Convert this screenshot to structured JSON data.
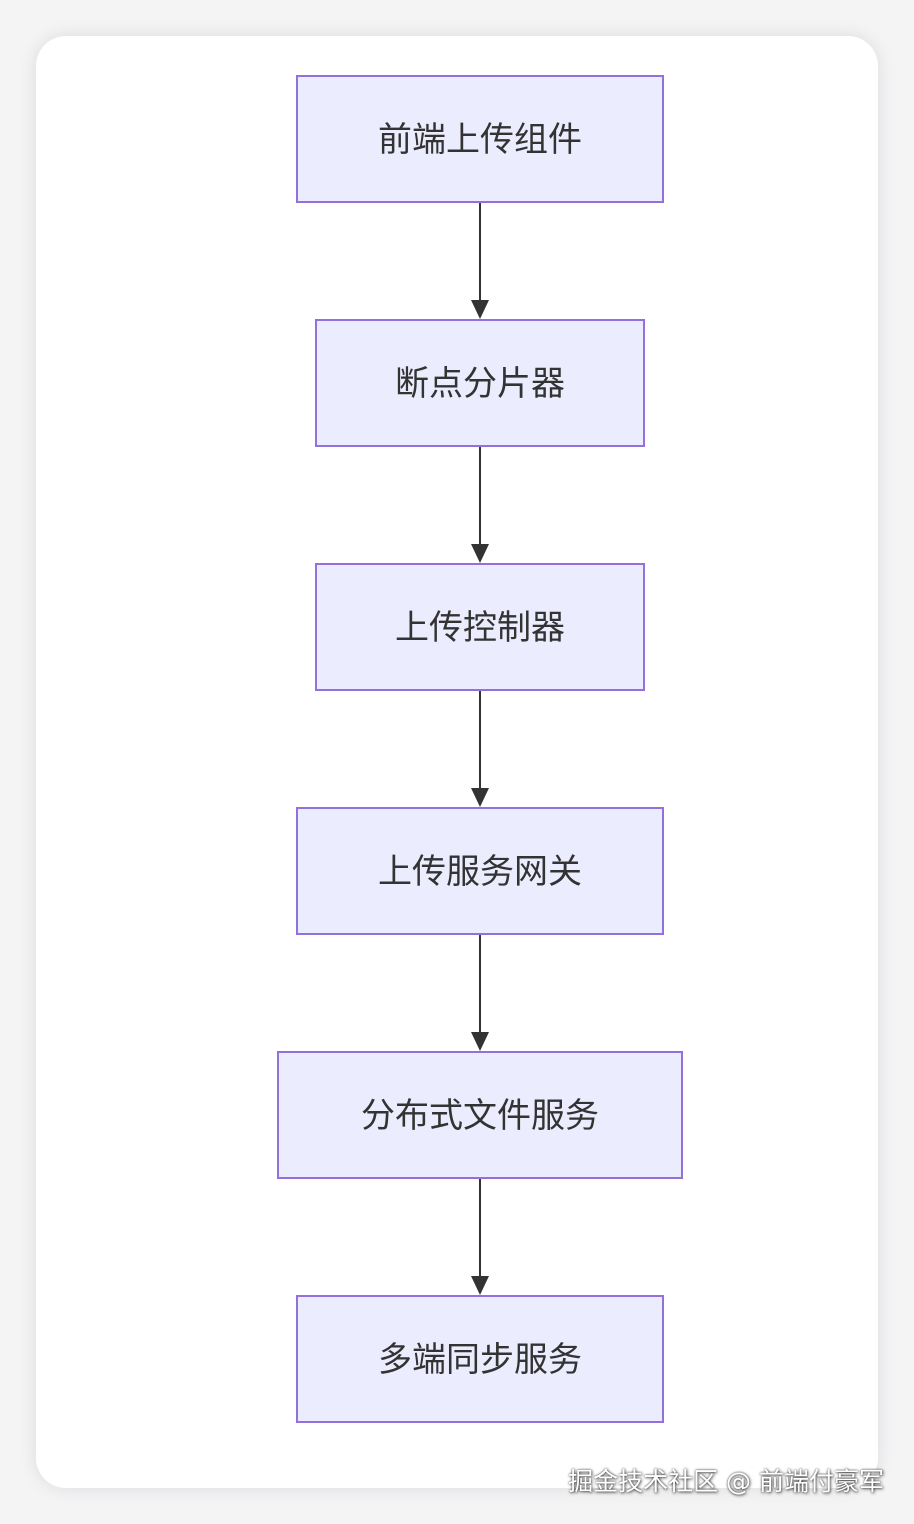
{
  "nodes": [
    {
      "id": "n1",
      "label": "前端上传组件"
    },
    {
      "id": "n2",
      "label": "断点分片器"
    },
    {
      "id": "n3",
      "label": "上传控制器"
    },
    {
      "id": "n4",
      "label": "上传服务网关"
    },
    {
      "id": "n5",
      "label": "分布式文件服务"
    },
    {
      "id": "n6",
      "label": "多端同步服务"
    }
  ],
  "edges": [
    {
      "from": "n1",
      "to": "n2"
    },
    {
      "from": "n2",
      "to": "n3"
    },
    {
      "from": "n3",
      "to": "n4"
    },
    {
      "from": "n4",
      "to": "n5"
    },
    {
      "from": "n5",
      "to": "n6"
    }
  ],
  "colors": {
    "node_fill": "#ececff",
    "node_stroke": "#9370db",
    "edge": "#333333",
    "text": "#333333"
  },
  "watermark": "掘金技术社区 @ 前端付豪军"
}
